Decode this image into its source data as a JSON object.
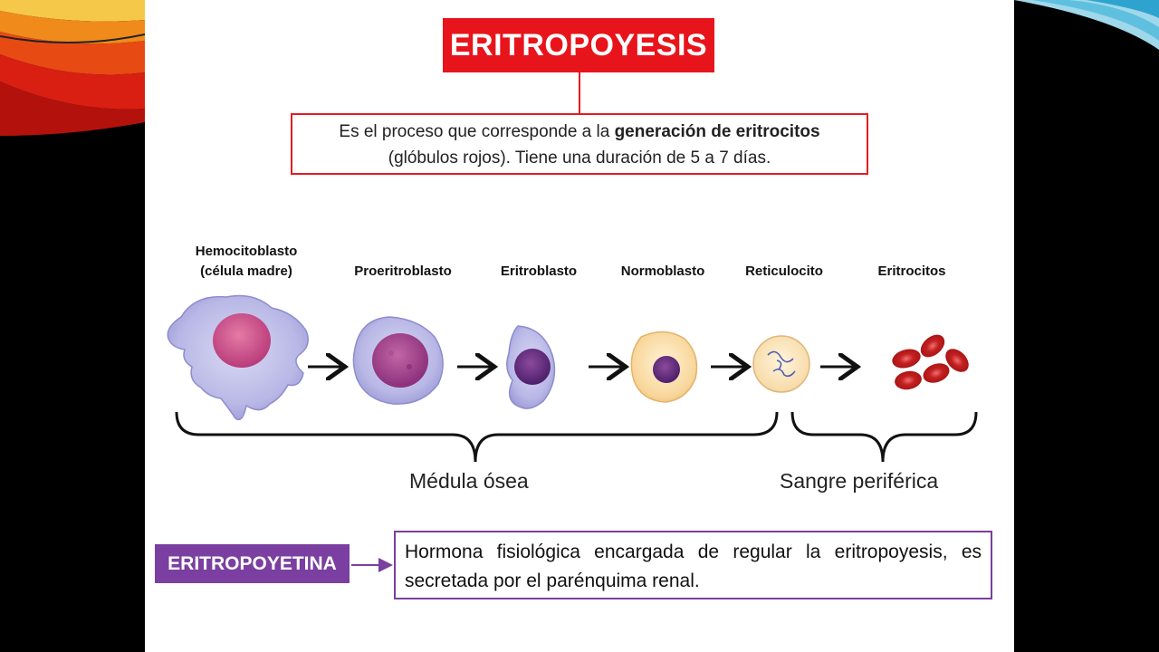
{
  "title": "ERITROPOYESIS",
  "definition": {
    "part1": "Es el proceso que corresponde a la ",
    "bold": "generación de eritrocitos",
    "part2": "(glóbulos rojos). Tiene una duración de 5 a 7 días."
  },
  "stages": [
    {
      "line1": "Hemocitoblasto",
      "line2": "(célula madre)"
    },
    {
      "line1": "Proeritroblasto"
    },
    {
      "line1": "Eritroblasto"
    },
    {
      "line1": "Normoblasto"
    },
    {
      "line1": "Reticulocito"
    },
    {
      "line1": "Eritrocitos"
    }
  ],
  "regions": {
    "bone_marrow": "Médula ósea",
    "peripheral_blood": "Sangre periférica"
  },
  "hormone": {
    "name": "ERITROPOYETINA",
    "description": "Hormona fisiológica encargada de regular la eritropoyesis, es secretada por el parénquima renal."
  },
  "colors": {
    "title_red": "#e8141b",
    "hormone_purple": "#7a3fa0",
    "cell_membrane": "#b9b8e6",
    "nucleus": "#c2467f",
    "erythrocyte": "#d32a2a"
  }
}
